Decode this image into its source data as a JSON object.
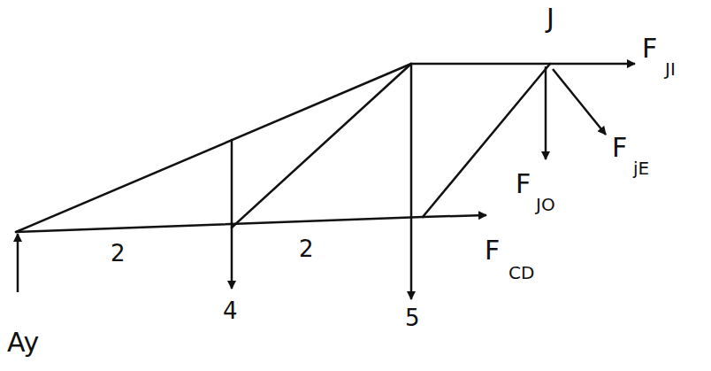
{
  "diagram": {
    "labels": [
      "J",
      "F",
      "JI",
      "F",
      "jE",
      "F",
      "JO",
      "F",
      "CD",
      "2",
      "2",
      "4",
      "5",
      "Ay"
    ]
  }
}
